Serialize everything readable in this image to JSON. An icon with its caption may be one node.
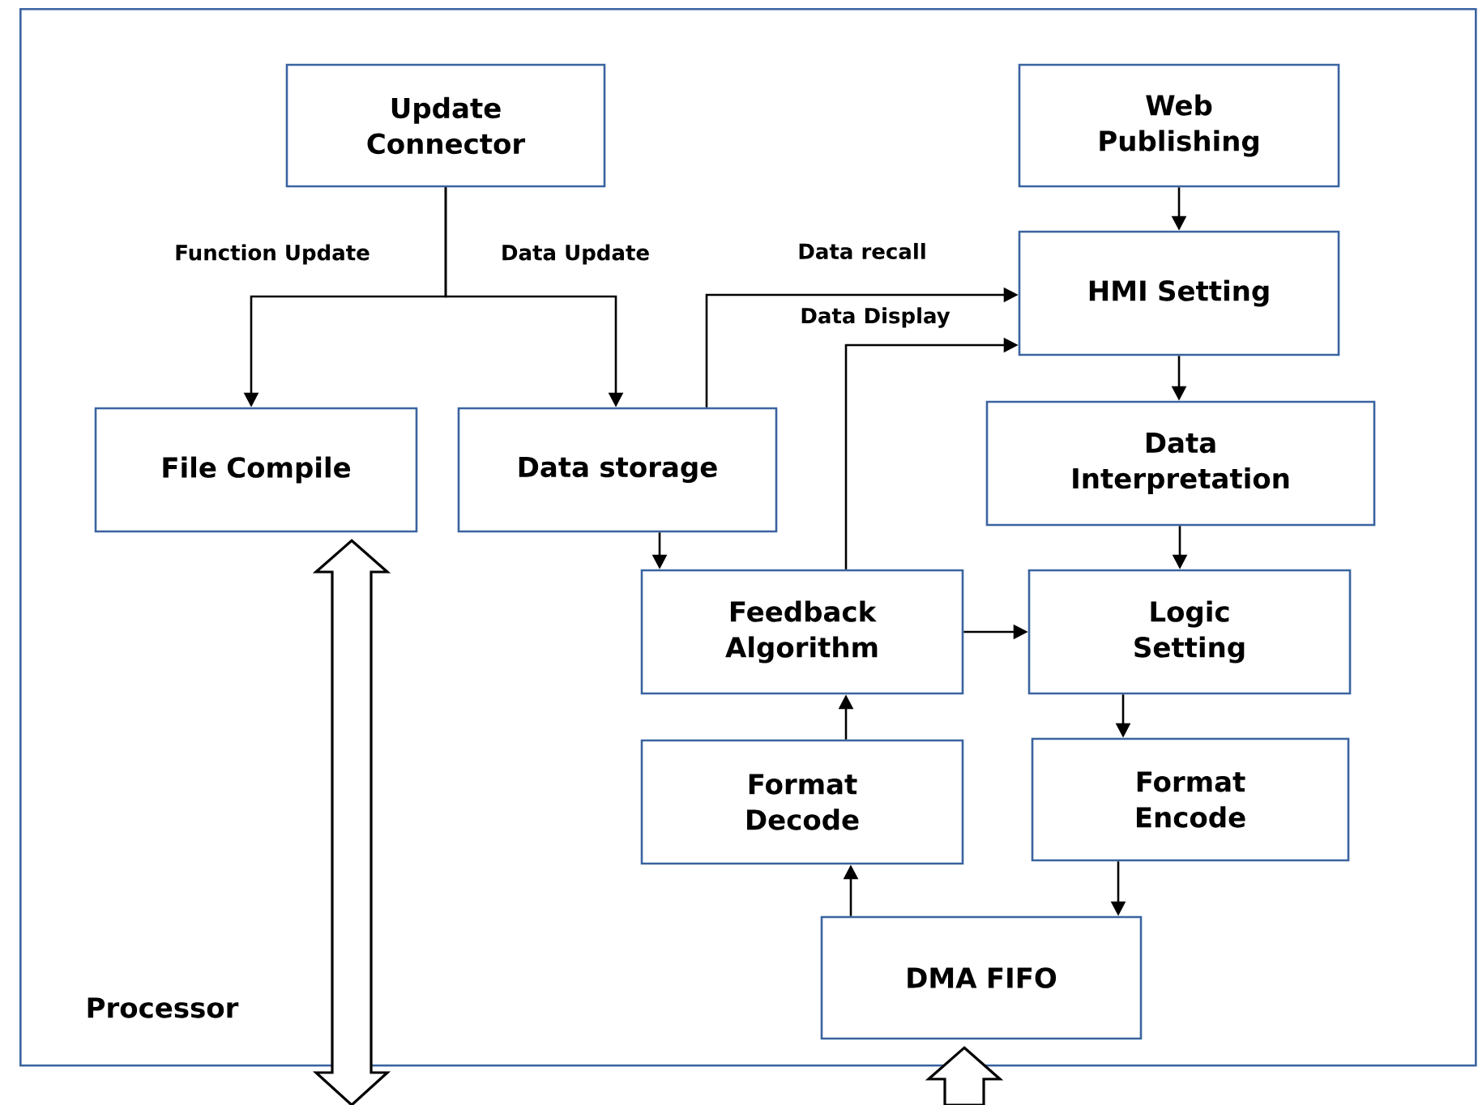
{
  "diagram": {
    "nodes": [
      {
        "text": [
          "Processor"
        ]
      },
      {
        "text": [
          "Update Connector"
        ],
        "in": 0
      },
      {
        "text": [
          "Web Publishing"
        ],
        "in": 0
      },
      {
        "text": [
          "File Compile"
        ],
        "in": 0
      },
      {
        "text": [
          "Data storage"
        ],
        "in": 0
      },
      {
        "text": [
          "HMI Setting"
        ],
        "in": 0
      },
      {
        "text": [
          "Data Interpretation"
        ],
        "in": 0
      },
      {
        "text": [
          "Feedback Algorithm"
        ],
        "in": 0
      },
      {
        "text": [
          "Logic Setting"
        ],
        "in": 0
      },
      {
        "text": [
          "Format Decode"
        ],
        "in": 0
      },
      {
        "text": [
          "Format Encode"
        ],
        "in": 0
      },
      {
        "text": [
          "DMA FIFO"
        ],
        "in": 0
      }
    ],
    "edges": [
      {
        "from": 1,
        "to": 3,
        "arrow": "to",
        "label": "Function Update"
      },
      {
        "from": 1,
        "to": 4,
        "arrow": "to",
        "label": "Data Update"
      },
      {
        "from": 4,
        "to": 5,
        "arrow": "to",
        "label": "Data recall"
      },
      {
        "from": 7,
        "to": 5,
        "arrow": "to",
        "label": "Data Display"
      },
      {
        "from": 2,
        "to": 5,
        "arrow": "to"
      },
      {
        "from": 5,
        "to": 6,
        "arrow": "to"
      },
      {
        "from": 6,
        "to": 8,
        "arrow": "to"
      },
      {
        "from": 4,
        "to": 7,
        "arrow": "to"
      },
      {
        "from": 7,
        "to": 8,
        "arrow": "to"
      },
      {
        "from": 9,
        "to": 7,
        "arrow": "to"
      },
      {
        "from": 11,
        "to": 9,
        "arrow": "to"
      },
      {
        "from": 10,
        "to": 11,
        "arrow": "to"
      },
      {
        "from": 8,
        "to": 10,
        "arrow": "to"
      },
      {
        "from": 3,
        "to": null,
        "arrow": "both"
      },
      {
        "from": null,
        "to": 11,
        "arrow": "to"
      }
    ]
  }
}
